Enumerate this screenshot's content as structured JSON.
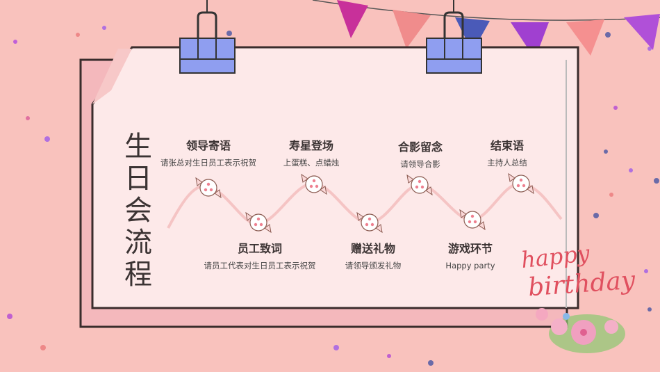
{
  "title": "生日会流程",
  "steps_top": [
    {
      "heading": "领导寄语",
      "subtitle": "请张总对生日员工表示祝贺"
    },
    {
      "heading": "寿星登场",
      "subtitle": "上蛋糕、点蜡烛"
    },
    {
      "heading": "合影留念",
      "subtitle": "请领导合影"
    },
    {
      "heading": "结束语",
      "subtitle": "主持人总结"
    }
  ],
  "steps_bottom": [
    {
      "heading": "员工致词",
      "subtitle": "请员工代表对生日员工表示祝贺"
    },
    {
      "heading": "赠送礼物",
      "subtitle": "请领导颁发礼物"
    },
    {
      "heading": "游戏环节",
      "subtitle": "Happy party"
    }
  ],
  "decoration": {
    "line1": "happy",
    "line2": "birthday"
  },
  "colors": {
    "background": "#f9c2bd",
    "card": "#fde9e9",
    "wave": "#f5c4c4",
    "clip": "#8f9ef0"
  }
}
